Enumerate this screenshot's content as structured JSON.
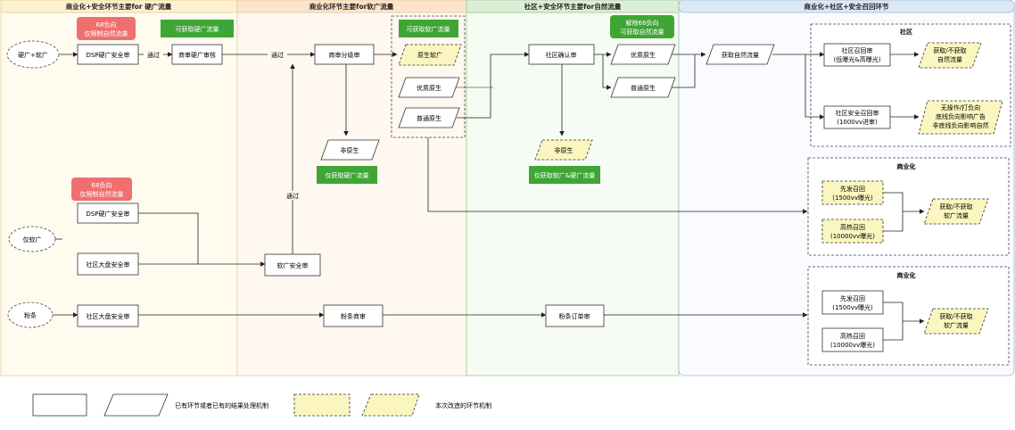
{
  "lanes": [
    {
      "title": "商业化+安全环节主要for 硬广流量",
      "header_fill": "#fdf0d0",
      "body_fill": "#fffbef",
      "stroke": "#e8cf86"
    },
    {
      "title": "商业化环节主要for软广流量",
      "header_fill": "#fde3cc",
      "body_fill": "#fff8f0",
      "stroke": "#e8c6a0"
    },
    {
      "title": "社区+安全环节主要for自然流量",
      "header_fill": "#dcefd6",
      "body_fill": "#f6fbf3",
      "stroke": "#9ec993"
    },
    {
      "title": "商业化+社区+安全召回环节",
      "header_fill": "#dde8f6",
      "body_fill": "#f9fbff",
      "stroke": "#9fb6d8"
    }
  ],
  "actors": {
    "hard_soft": "硬广+软广",
    "soft_only": "仅软广",
    "fan": "粉条"
  },
  "colors": {
    "red_tag": "#f07070",
    "green_tag": "#3fa535",
    "yellow_fill": "#fbf6bf",
    "stroke": "#333333",
    "edge": "#222222"
  },
  "tags": {
    "red_68_a": [
      "68负向",
      "仅限制自然流量"
    ],
    "green_hard_only": [
      "可获取硬广流量"
    ],
    "green_soft": [
      "可获取软广流量"
    ],
    "green_remove68": [
      "解除68负向",
      "可获取自然流量"
    ],
    "green_hard_only2": [
      "仅获取硬广流量"
    ],
    "green_soft_hard": [
      "仅获取软广&硬广流量"
    ],
    "red_68_b": [
      "68负向",
      "仅限制自然流量"
    ]
  },
  "nodes": {
    "dsp_hard": "DSP硬广安全审",
    "shangshen_hard": "商审硬广审核",
    "shangshen_fenji": "商审分级审",
    "yuansheng_soft": "原生软广",
    "youzhi_1": "优质原生",
    "putong_1": "普通原生",
    "fei_yuansheng_1": "非原生",
    "shequ_queren": "社区确认审",
    "youzhi_2": "优质原生",
    "putong_2": "普通原生",
    "fei_yuansheng_2": "非原生",
    "huoqu_ziran": "获取自然流量",
    "sq_recall": [
      "社区召回审",
      "(低曝光&高曝光)"
    ],
    "huoqu_bu_ziran": [
      "获取/不获取",
      "自然流量"
    ],
    "sq_safe_recall": [
      "社区安全召回审",
      "(1000vv进审)"
    ],
    "wu_caozuo": [
      "无操作/打负向",
      "底线负向影响广告",
      "非底线负向影响自然"
    ],
    "dsp_hard_2": "DSP硬广安全审",
    "sq_dapan_1": "社区大盘安全审",
    "ruanguang_safe": "软广安全审",
    "sq_dapan_2": "社区大盘安全审",
    "fentiao_shangshen": "粉条商审",
    "fentiao_dingdan": "粉条订单审",
    "xianfa_1": [
      "先发召回",
      "(1500vv曝光)"
    ],
    "gaore_1": [
      "高热召回",
      "(10000vv曝光)"
    ],
    "huoqu_ruan_1": [
      "获取/不获取",
      "软广流量"
    ],
    "xianfa_2": [
      "先发召回",
      "(1500vv曝光)"
    ],
    "gaore_2": [
      "高热召回",
      "(10000vv曝光)"
    ],
    "huoqu_ruan_2": [
      "获取/不获取",
      "软广流量"
    ]
  },
  "groups": {
    "shequ": "社区",
    "shangyehua_1": "商业化",
    "shangyehua_2": "商业化"
  },
  "edge_labels": {
    "tongguo_1": "通过",
    "tongguo_2": "通过",
    "tongguo_3": "通过"
  },
  "legend": {
    "existing": "已有环节或者已有的结果处理机制",
    "new": "本次改造的环节机制"
  }
}
